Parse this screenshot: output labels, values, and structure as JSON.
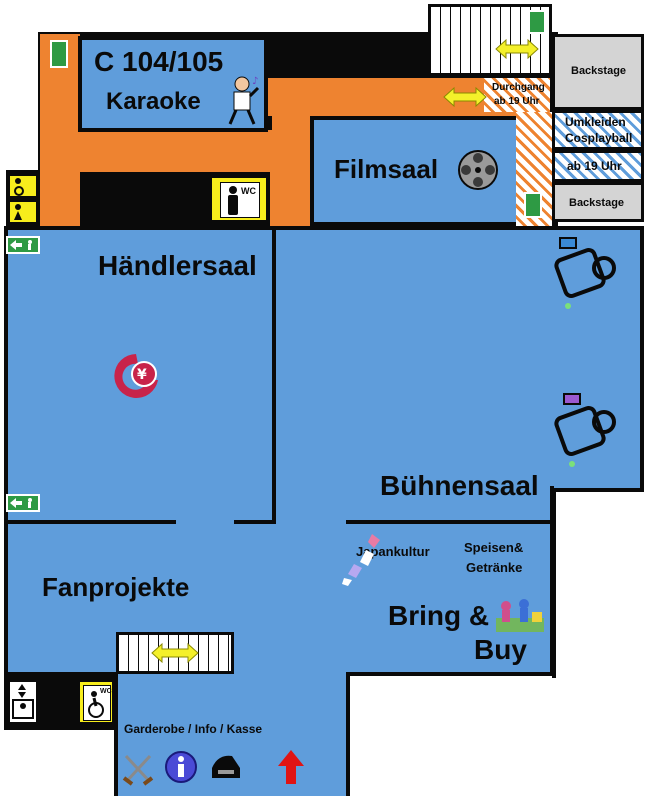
{
  "rooms": {
    "karaoke_number": "C 104/105",
    "karaoke_name": "Karaoke",
    "filmsaal": "Filmsaal",
    "haendlersaal": "Händlersaal",
    "buehnensaal": "Bühnensaal",
    "fanprojekte": "Fanprojekte",
    "bring_buy": "Bring &",
    "bring_buy_2": "Buy",
    "japankultur": "Japankultur",
    "speisen": "Speisen&",
    "getraenke": "Getränke",
    "backstage_top": "Backstage",
    "backstage_bottom": "Backstage",
    "umkleiden_1": "Umkleiden",
    "umkleiden_2": "Cosplayball",
    "ab19_right": "ab 19 Uhr",
    "durchgang_1": "Durchgang",
    "durchgang_2": "ab 19 Uhr",
    "garderobe": "Garderobe / Info / Kasse"
  },
  "wc_label": "WC",
  "icons": [
    "exit-sign-icon",
    "wc-male-icon",
    "wc-female-icon",
    "wc-accessible-icon",
    "elevator-icon",
    "stairs-icon",
    "double-arrow-icon",
    "karaoke-singer-icon",
    "film-reel-icon",
    "yen-currency-icon",
    "stage-spotlight-icon",
    "japan-map-icon",
    "shopping-stall-icon",
    "swords-icon",
    "info-icon",
    "cash-register-icon",
    "entrance-arrow-icon"
  ],
  "colors": {
    "room": "#5f9ddb",
    "corridor": "#ee8330",
    "wall": "#0a0a0a",
    "service": "#d4d4d4",
    "exit": "#2e9a44",
    "wc": "#f7ed1c",
    "arrow": "#e01414",
    "yen": "#c8234a"
  }
}
